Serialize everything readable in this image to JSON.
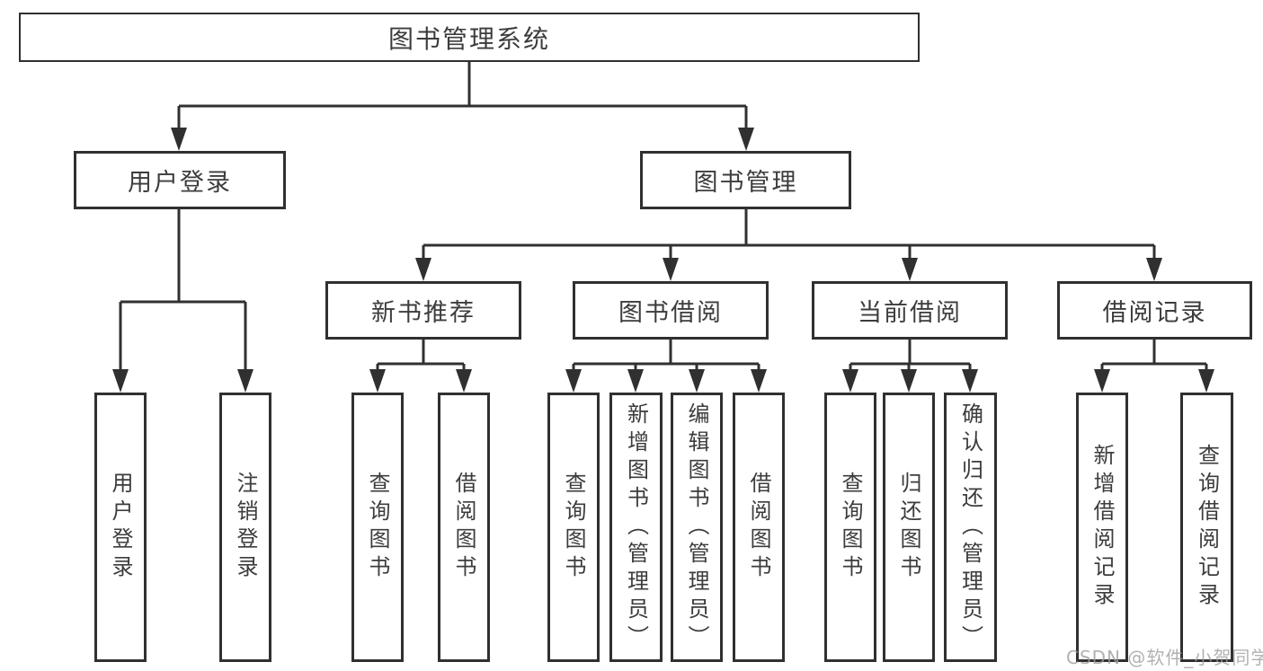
{
  "diagram_type": "functional-structure-tree",
  "colors": {
    "line": "#303030",
    "box_border": "#303030",
    "text": "#3c3c3c",
    "background": "#ffffff",
    "watermark": "#9e9e9e"
  },
  "tree": {
    "label": "图书管理系统",
    "children": [
      {
        "label": "用户登录",
        "children": [
          {
            "label": "用户登录"
          },
          {
            "label": "注销登录"
          }
        ]
      },
      {
        "label": "图书管理",
        "children": [
          {
            "label": "新书推荐",
            "children": [
              {
                "label": "查询图书"
              },
              {
                "label": "借阅图书"
              }
            ]
          },
          {
            "label": "图书借阅",
            "children": [
              {
                "label": "查询图书"
              },
              {
                "label": "新增图书（管理员）"
              },
              {
                "label": "编辑图书（管理员）"
              },
              {
                "label": "借阅图书"
              }
            ]
          },
          {
            "label": "当前借阅",
            "children": [
              {
                "label": "查询图书"
              },
              {
                "label": "归还图书"
              },
              {
                "label": "确认归还（管理员）"
              }
            ]
          },
          {
            "label": "借阅记录",
            "children": [
              {
                "label": "新增借阅记录"
              },
              {
                "label": "查询借阅记录"
              }
            ]
          }
        ]
      }
    ]
  },
  "watermark": {
    "text": "CSDN @软件_小贺同学"
  }
}
